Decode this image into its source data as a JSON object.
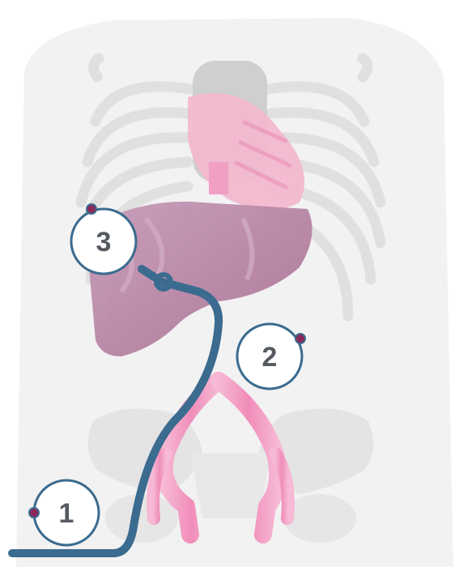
{
  "diagram": {
    "callouts": [
      {
        "id": "1",
        "label": "1"
      },
      {
        "id": "2",
        "label": "2"
      },
      {
        "id": "3",
        "label": "3"
      }
    ],
    "colors": {
      "body_silhouette": "#f1f1f1",
      "skeleton": "#e2e2e2",
      "heart": "#f0b6cc",
      "liver": "#b988a8",
      "aorta": "#f29fc4",
      "catheter": "#3b6b8f",
      "callout_ring": "#3b6b8f",
      "callout_dot": "#8a2a5a",
      "callout_text": "#555a60"
    },
    "icons": [
      "body-silhouette",
      "rib-cage",
      "spine",
      "pelvis",
      "heart",
      "liver",
      "aorta",
      "catheter"
    ]
  }
}
